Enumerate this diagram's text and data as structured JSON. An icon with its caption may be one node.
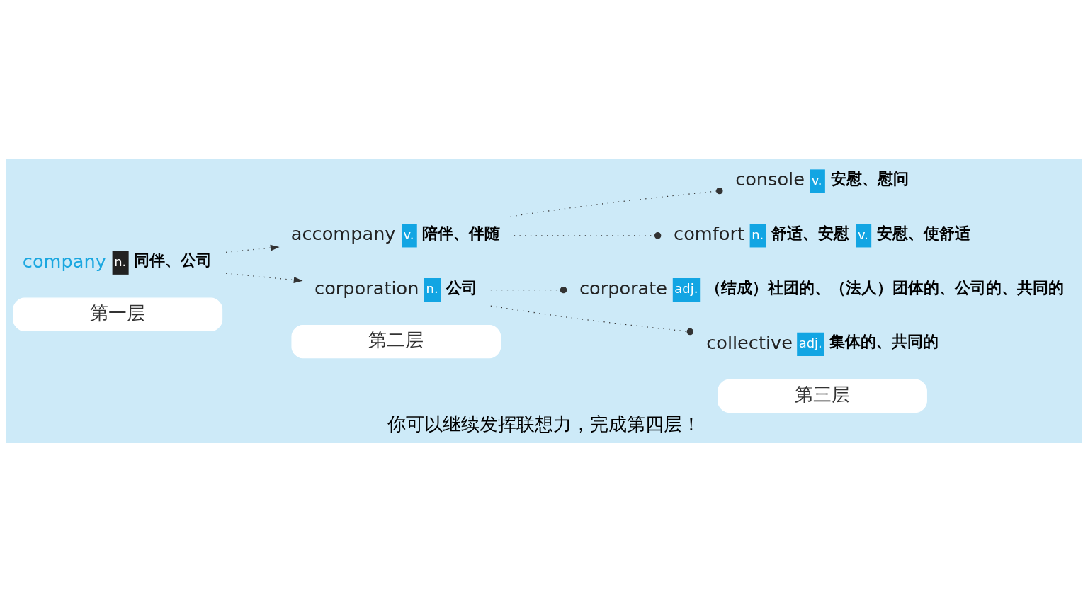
{
  "diagram": {
    "caption": "你可以继续发挥联想力，完成第四层！",
    "nodes": [
      {
        "text": [
          "第一层"
        ]
      },
      {
        "text": [
          "第二层"
        ]
      },
      {
        "text": [
          "第三层"
        ]
      },
      {
        "text": [
          "company",
          "n.",
          "同伴、公司"
        ]
      },
      {
        "text": [
          "accompany",
          "v.",
          "陪伴、伴随"
        ]
      },
      {
        "text": [
          "console",
          "v.",
          "安慰、慰问"
        ]
      },
      {
        "text": [
          "comfort",
          "n.",
          "舒适、安慰",
          "v.",
          "安慰、使舒适"
        ]
      },
      {
        "text": [
          "corporation",
          "n.",
          "公司"
        ]
      },
      {
        "text": [
          "corporate",
          "adj.",
          "（结成）社团的、（法人）团体的、公司的、共同的"
        ]
      },
      {
        "text": [
          "collective",
          "adj.",
          "集体的、共同的"
        ]
      }
    ],
    "edges": [
      {
        "from": 3,
        "to": 4,
        "arrow": "to"
      },
      {
        "from": 4,
        "to": 5,
        "arrow": "other"
      },
      {
        "from": 4,
        "to": 6,
        "arrow": "other"
      },
      {
        "from": 3,
        "to": 7,
        "arrow": "to"
      },
      {
        "from": 7,
        "to": 8,
        "arrow": "other"
      },
      {
        "from": 7,
        "to": 9,
        "arrow": "other"
      }
    ]
  }
}
